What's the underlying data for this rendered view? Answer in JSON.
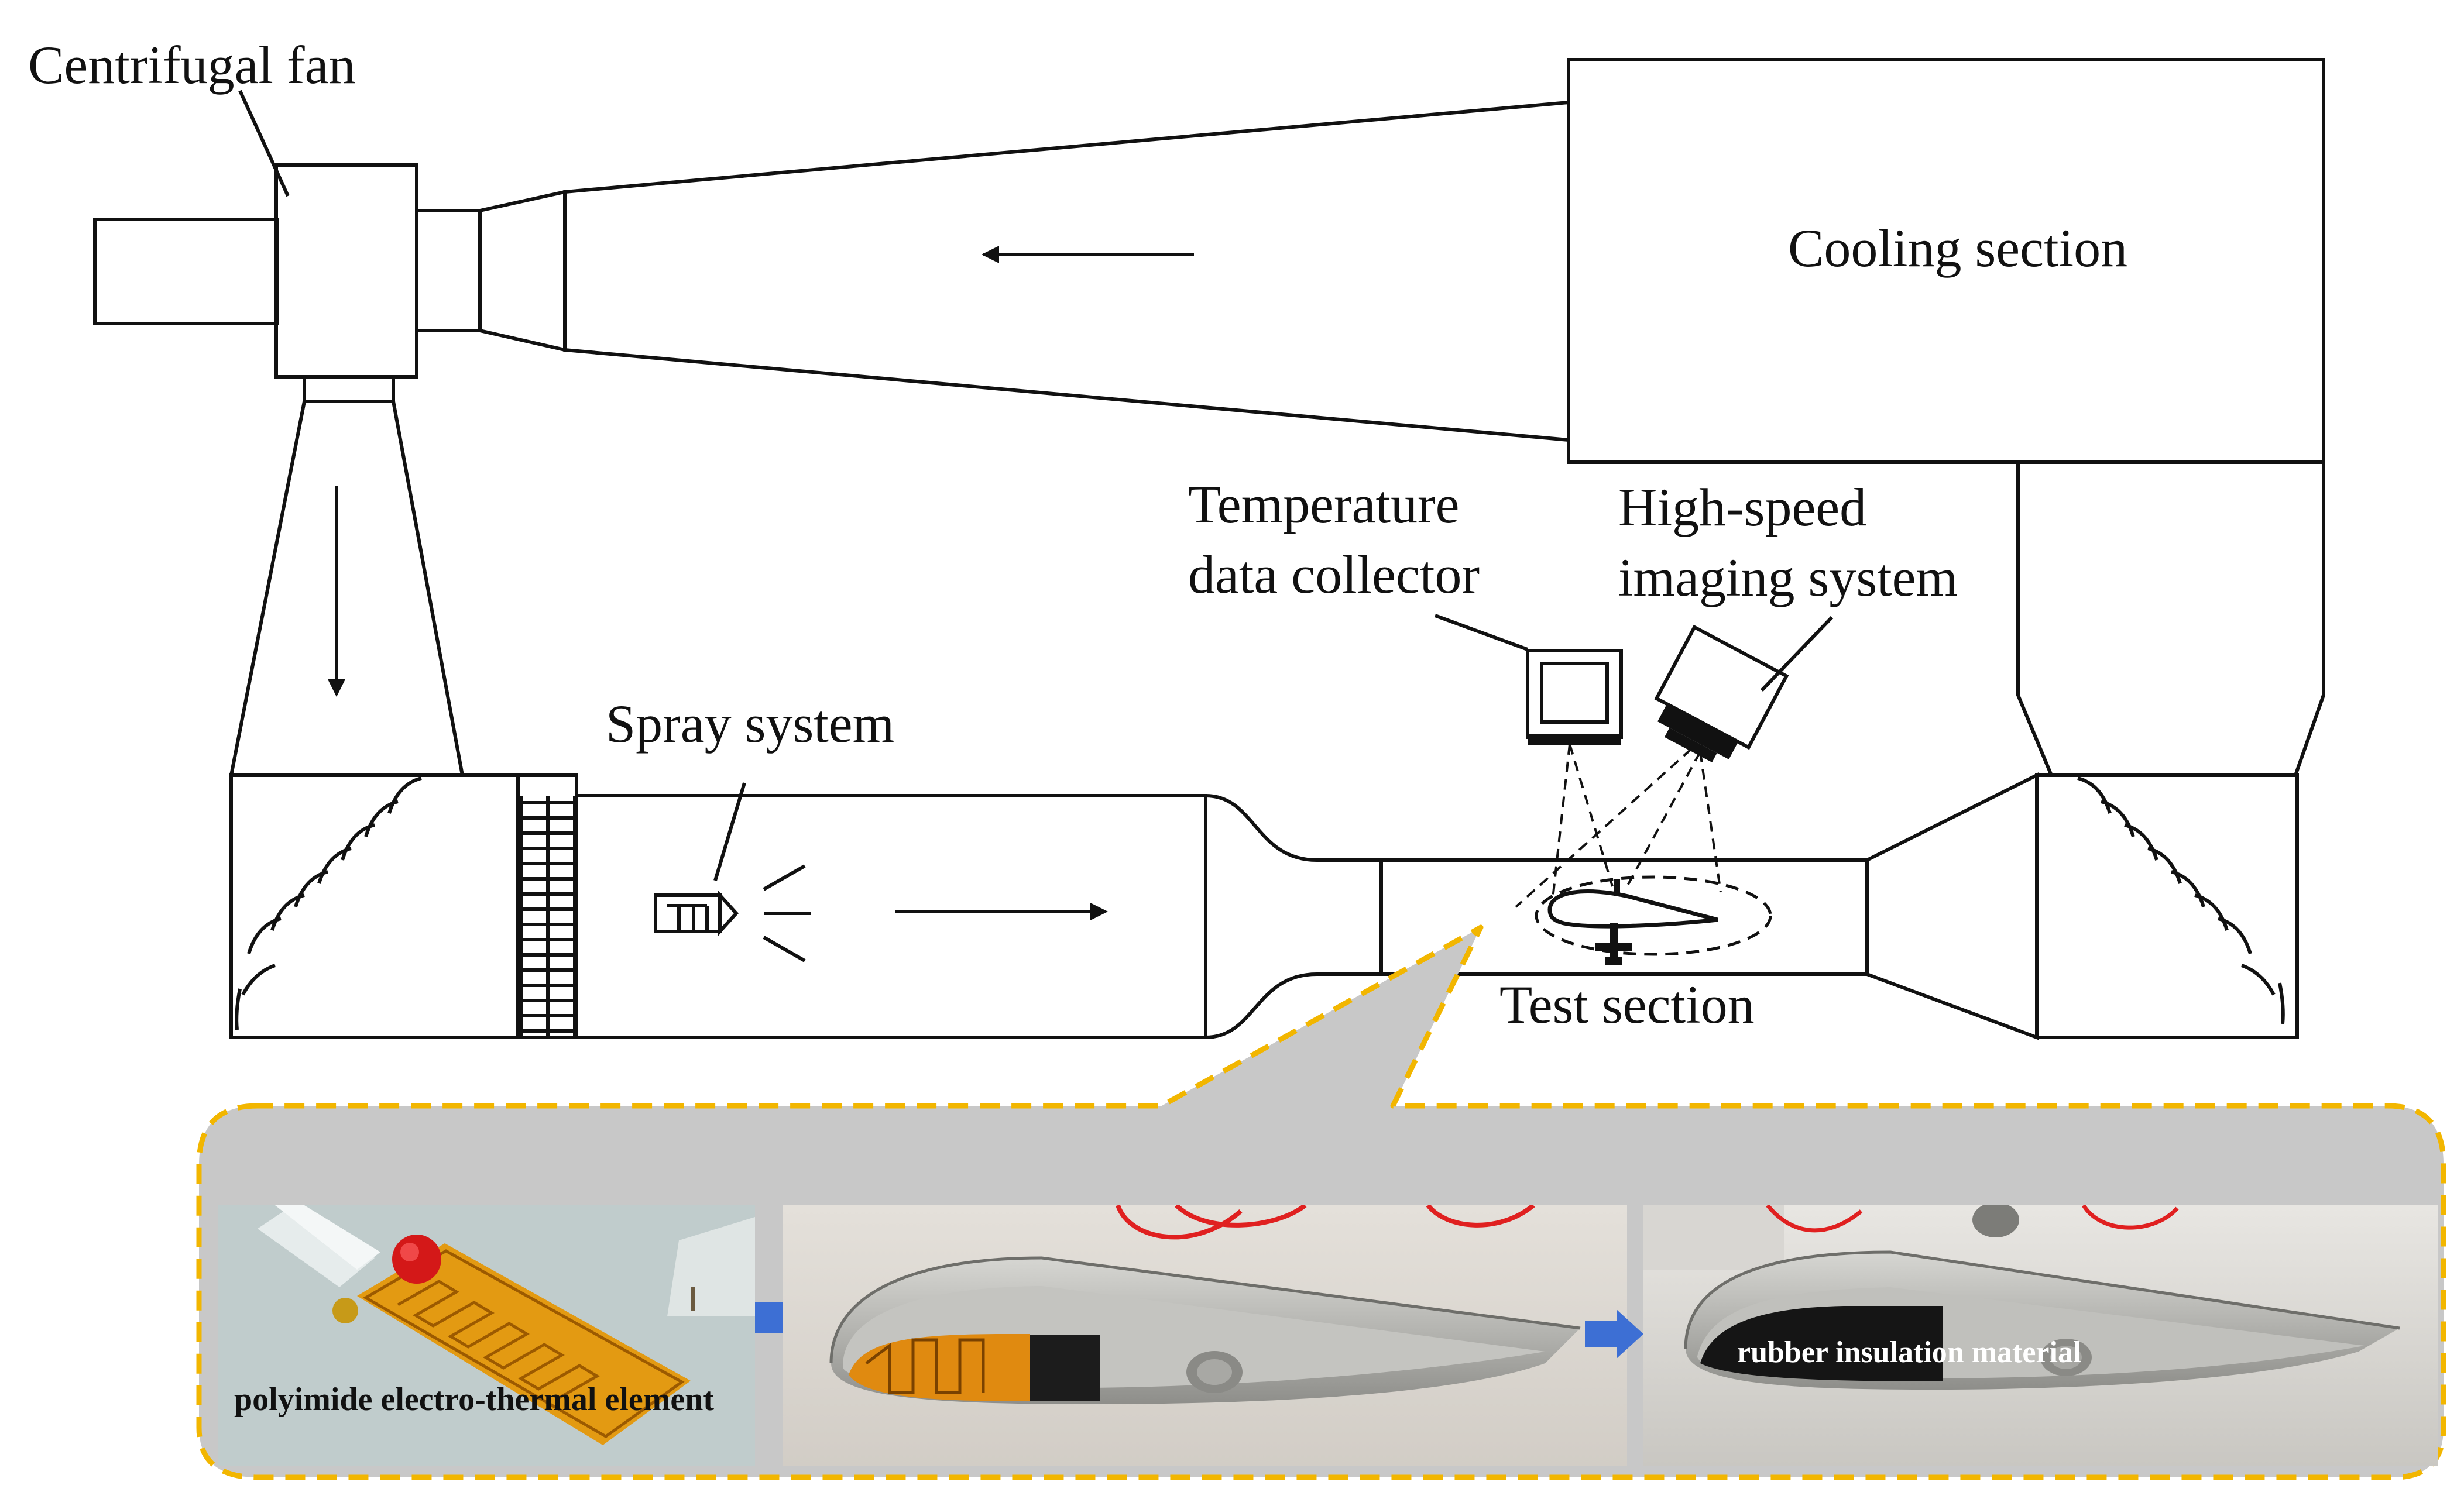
{
  "labels": {
    "centrifugal_fan": "Centrifugal fan",
    "cooling_section": "Cooling section",
    "temperature_line1": "Temperature",
    "temperature_line2": "data collector",
    "highspeed_line1": "High-speed",
    "highspeed_line2": "imaging system",
    "spray_system": "Spray system",
    "test_section": "Test section"
  },
  "photos": {
    "photo1_caption": "polyimide electro-thermal element",
    "photo3_caption": "rubber insulation material"
  },
  "colors": {
    "line": "#111111",
    "callout_border": "#f2b600",
    "callout_fill": "#c8c8c8",
    "flow_arrow": "#3d6fd4",
    "heater": "#e08a10",
    "wire": "#e02020",
    "aluminum": "#b8b8b4",
    "insulation": "#151515"
  },
  "icons": {
    "flow_arrow": "arrow-icon",
    "monitor": "monitor-icon",
    "camera": "camera-icon",
    "nozzle": "spray-nozzle-icon"
  }
}
